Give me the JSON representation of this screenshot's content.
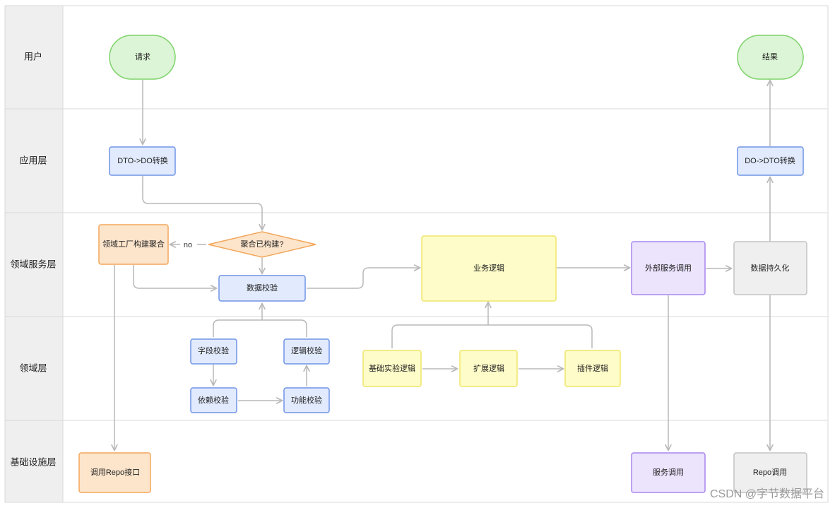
{
  "lanes": [
    {
      "id": "user",
      "label": "用户"
    },
    {
      "id": "app",
      "label": "应用层"
    },
    {
      "id": "service",
      "label": "领域服务层"
    },
    {
      "id": "domain",
      "label": "领域层"
    },
    {
      "id": "infra",
      "label": "基础设施层"
    }
  ],
  "nodes": {
    "request": "请求",
    "result": "结果",
    "dto_to_do": "DTO->DO转换",
    "do_to_dto": "DO->DTO转换",
    "factory_build": "领域工厂构建聚合",
    "aggregate_built": "聚合已构建?",
    "data_validation": "数据校验",
    "business_logic": "业务逻辑",
    "external_service_call": "外部服务调用",
    "data_persistence": "数据持久化",
    "field_validation": "字段校验",
    "logic_validation": "逻辑校验",
    "dependency_validation": "依赖校验",
    "function_validation": "功能校验",
    "base_logic": "基础实验逻辑",
    "extension_logic": "扩展逻辑",
    "plugin_logic": "插件逻辑",
    "repo_interface": "调用Repo接口",
    "service_call": "服务调用",
    "repo_call": "Repo调用"
  },
  "edge_labels": {
    "no": "no"
  },
  "watermark": "CSDN @字节数据平台",
  "colors": {
    "green_fill": "#dcf5d6",
    "green_stroke": "#7fd26b",
    "blue_fill": "#e2ebfd",
    "blue_stroke": "#6f94e6",
    "orange_fill": "#fde5cc",
    "orange_stroke": "#f3a65a",
    "yellow_fill": "#fefcc8",
    "yellow_stroke": "#efe56a",
    "purple_fill": "#ece3fd",
    "purple_stroke": "#a985ee",
    "gray_fill": "#efefef",
    "gray_stroke": "#c3c3c3",
    "lane_label_bg": "#efefef",
    "border": "#d9d9d9",
    "arrow": "#b9b9b9"
  }
}
